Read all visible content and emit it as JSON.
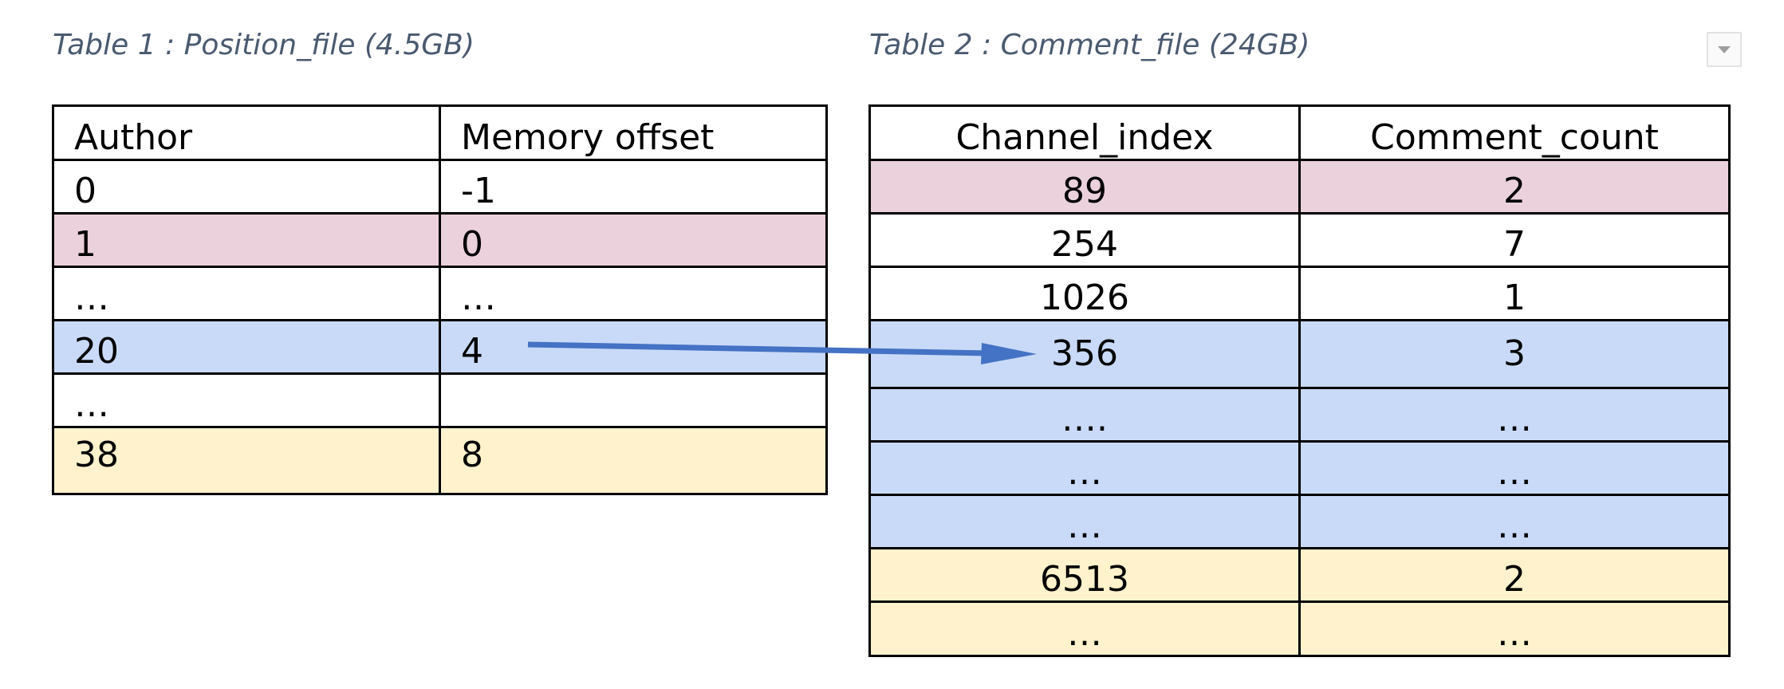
{
  "captions": {
    "table1": "Table 1 : Position_file (4.5GB)",
    "table2": "Table 2 : Comment_file (24GB)"
  },
  "table1": {
    "headers": [
      "Author",
      "Memory offset"
    ],
    "rows": [
      [
        "0",
        "-1"
      ],
      [
        "1",
        "0"
      ],
      [
        "…",
        "…"
      ],
      [
        "20",
        "4"
      ],
      [
        "…",
        ""
      ],
      [
        "38",
        "8"
      ]
    ]
  },
  "table2": {
    "headers": [
      "Channel_index",
      "Comment_count"
    ],
    "rows": [
      [
        "89",
        "2"
      ],
      [
        "254",
        "7"
      ],
      [
        "1026",
        "1"
      ],
      [
        "356",
        "3"
      ],
      [
        "….",
        "…"
      ],
      [
        "…",
        "…"
      ],
      [
        "…",
        "…"
      ],
      [
        "6513",
        "2"
      ],
      [
        "…",
        "…"
      ]
    ]
  },
  "colors": {
    "pink": "#ead1dc",
    "blue": "#c9daf8",
    "yellow": "#fff2cc",
    "arrow": "#4472c4",
    "caption": "#4a5a70"
  }
}
